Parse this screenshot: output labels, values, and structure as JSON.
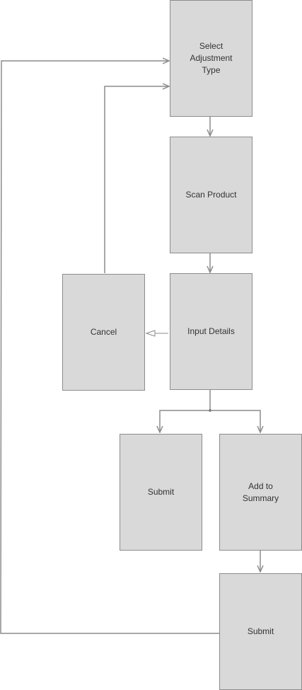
{
  "diagram": {
    "nodes": {
      "select_adjustment_type": "Select\nAdjustment\nType",
      "scan_product": "Scan Product",
      "input_details": "Input Details",
      "cancel": "Cancel",
      "submit_left": "Submit",
      "add_to_summary": "Add to\nSummary",
      "submit_bottom": "Submit"
    },
    "colors": {
      "node_fill": "#d9d9d9",
      "node_border": "#8c8c8c",
      "connector": "#8c8c8c",
      "text": "#333333"
    }
  }
}
